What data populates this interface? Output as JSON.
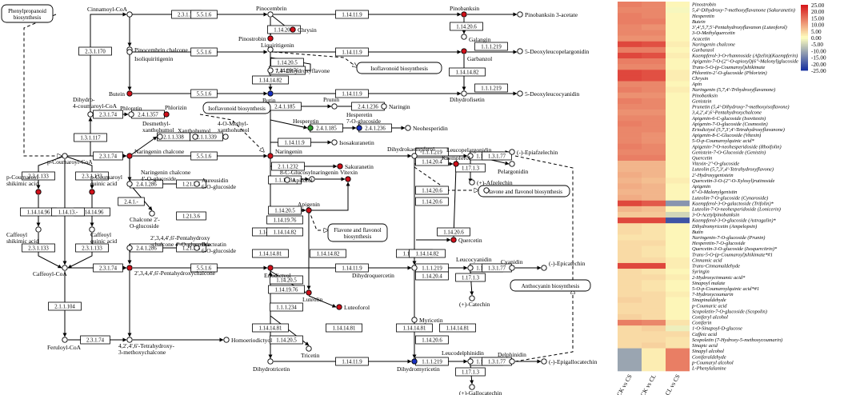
{
  "pathway": {
    "nodes": {
      "phenylpropanoid": "Phenylpropanoid\nbiosynthesis",
      "cinnamoyl_coa": "Cinnamoyl-CoA",
      "pinocembrin_chalcone": "Pinocembrin chalcone",
      "pinocembrin": "Pinocembrin",
      "pinobanksin": "Pinobanksin",
      "pinobanksin_acetate": "Pinobanksin 3-acetate",
      "pinostrobin": "Pinostrobin",
      "chrysin": "Chrysin",
      "galangin": "Galangin",
      "liquiritigenin": "Liquiritigenin",
      "isoliquiritigenin": "Isoliquiritigenin",
      "deoxyleucopelargonidin": "5-Deoxyleucopelargonidin",
      "garbanzol": "Garbanzol",
      "dihydroxyflavone": "7,4'-Dihydroxyflavone",
      "isoflavonoid_1": "Isoflavonoid biosynthesis",
      "butein": "Butein",
      "butin": "Butin",
      "dihydrofisetin": "Dihydrofisetin",
      "deoxyleucocyanidin": "5-Deoxyleucocyanidin",
      "dihydro_coumaroyl_coa": "Dihydro-\n4-coumaroyl-CoA",
      "phloretin": "Phloretin",
      "phlorizin": "Phlorizin",
      "isoflavonoid_2": "Isoflavonoid biosynthesis",
      "prunin": "Prunin",
      "naringin": "Naringin",
      "hesperetin": "Hesperetin",
      "hesperetin_glucoside": "Hesperetin\n7-O-glucoside",
      "neohesperidin": "Neohesperidin",
      "desmethylxanthohumol": "Desmethyl-\nxanthohumol",
      "xanthohumol": "Xanthohumol",
      "methylxanthohumol": "4-O-Methyl-\nxanthohumol",
      "p_coumaroyl_coa": "p-Coumaroyl-CoA",
      "naringenin_chalcone": "Naringenin chalcone",
      "naringenin": "Naringenin",
      "isosakuranetin": "Isosakuranetin",
      "sakuranetin": "Sakuranetin",
      "apiforol": "Apiforol",
      "dihydrokaempferol": "Dihydrokaempferol",
      "leucopelargonidin": "Leucopelargonidin",
      "epiafzelechin": "(-)-Epiafzelechin",
      "pelargonidin": "Pelargonidin",
      "afzelechin": "(+)-Afzelechin",
      "kaempferol": "Kaempferol",
      "flavone_biosynthesis_1": "Flavone and flavonol biosynthesis",
      "p_coumaroyl_shikimic": "p-Coumaroyl\nshikimic acid",
      "p_coumaroyl_quinic": "p-Coumaroyl\nquinic acid",
      "naringenin_chalcone_glucoside": "Naringenin chalcone\n4'-O-glucoside",
      "aureusidin_glucoside": "Aureusidin\n6-O-glucoside",
      "chalcone_glucoside": "Chalcone 2'-\nO-glucoside",
      "caffeoyl_shikimic": "Caffeoyl\nshikimic acid",
      "caffeoyl_quinic": "Caffeoyl\nquinic acid",
      "vitexin": "Vitexin",
      "glucosylnaringenin": "8-C-Glucosylnaringenin",
      "apigenin": "Apigenin",
      "flavone_biosynthesis_2": "Flavone and flavonol\nbiosynthesis",
      "pentahydroxychalcone_glucoside": "2',3,4,4',6'-Pentahydroxy\n-chalcone 4'-O-glucoside",
      "bracteatin_glucoside": "Bracteatin\n6-O-glucoside",
      "quercetin": "Quercetin",
      "caffeoyl_coa": "Caffeoyl-CoA",
      "pentahydroxychalcone": "2',3,4,4',6'-Pentahydroxychalcone",
      "eriodictyol": "Eriodictyol",
      "dihydroquercetin": "Dihydroquercetin",
      "leucocyanidin": "Leucocyanidin",
      "cyanidin": "Cyanidin",
      "epicatechin": "(-)-Epicatechin",
      "anthocyanin": "Anthocyanin biosynthesis",
      "catechin": "(+)-Catechin",
      "luteolin": "Luteolin",
      "luteoforol": "Luteoforol",
      "myricetin": "Myricetin",
      "tricetin": "Tricetin",
      "feruloyl_coa": "Feruloyl-CoA",
      "tetrahydroxy_methoxychalcone": "4,2',4',6'-Tetrahydroxy-\n3-methoxychalcone",
      "homoeriodictyol": "Homoeriodictyol",
      "dihydrotricetin": "Dihydrotricetin",
      "dihydromyricetin": "Dihydromyricetin",
      "leucodelphinidin": "Leucodelphinidin",
      "delphinidin": "Delphinidin",
      "epigallocatechin": "(-)-Epigallocatechin",
      "gallocatechin": "(+)-Gallocatechin"
    }
  },
  "heatmap": {
    "metabolites": [
      "Pinostrobin",
      "5,4'-Dihydroxy-7-methoxyflavanone (Sakuranetin)",
      "Hesperetin",
      "Butein",
      "3',4',5,7,5'-Pentahydroxyflavanon (Luteoforol)",
      "3-O-Methylquercetin",
      "Acacetin",
      "Naringenin chalcone",
      "Garbanzol",
      "Kaempferol-3-O-rhamnoside (Afzelin)(Kaempferin)",
      "Apigenin-7-O-(2''-O-apiosyl)(6''-Malonyl)glucoside",
      "Trans-5-O-(p-Coumaroyl)shikimate",
      "Phloretin-2'-O-glucoside (Phlorizin)",
      "Chrysin",
      "Apin",
      "Naringenin (5,7,4'-Trihydroxyflavanone)",
      "Pinobanksin",
      "Genistein",
      "Prunetin (5,4'-Dihydroxy-7-methoxyisoflavone)",
      "3,4,2',4',6'-Pentahydroxychalcone",
      "Apigenin-6-C-glucoside (Isovitexin)",
      "Apigenin-7-O-glucoside (Cosmosiin)",
      "Eriodictyol (5,7,3',4'-Tetrahydroxyflavanone)",
      "Apigenin-8-C-Glucoside (Vitexin)",
      "5-O-p-Coumaroylquinic acid*",
      "Apigenin-7-O-neohesperidoside (Rhoifolin)",
      "Genistein-7-O-Glucoside (Genistin)",
      "Quercetin",
      "Vitexin-2''-O-glucoside",
      "Luteolin (5,7,3',4'-Tetrahydroxyflavone)",
      "2'-Hydroxygenistein",
      "Quercetin-3-O-(2''-O-Xylosyl)rutinoside",
      "Apigenin",
      "6''-O-Malonylgenistin",
      "Luteolin-7-O-glucoside (Cynaroside)",
      "Kaempferol-3-O-galactoside (Trifolin)*",
      "Luteolin-7-O-neohesperidoside (Lonicerin)",
      "3-O-Acetylpinobanksin",
      "Kaempferol-3-O-glucoside (Astragalin)*",
      "Dihydromyricetin (Ampelopsin)",
      "Butin",
      "Naringenin-7-O-glucoside (Prunin)",
      "Hesperetin-7-O-glucoside",
      "Quercetin-3-O-glucoside (Isoquercitrin)*",
      "Trans-5-O-(p-Coumaroyl)shikimate*#1",
      "Cinnamic acid",
      "Trans-Cinnamaldehyde",
      "Syringin",
      "2-Hydroxycinnamic acid*",
      "Sinapoyl malate",
      "5-O-p-Coumaroylquinic acid*#1",
      "7-Hydroxycoumarin",
      "Sinapinaldehyde",
      "p-Coumaric acid",
      "Scopoletin-7-O-glucoside (Scopolin)",
      "Coniferyl alcohol",
      "Coniferin",
      "1-O-Sinapoyl-D-glucose",
      "Caffeic acid",
      "Scopoletin (7-Hydroxy-5-methoxycoumarin)",
      "Sinapic acid",
      "Sinapyl alcohol",
      "Coniferaldehyde",
      "p-Coumaryl alcohol",
      "L-Phenylalanine"
    ],
    "columns": [
      "CK vs CS",
      "CK vs CL",
      "CL vs CS"
    ],
    "values": [
      [
        14,
        13,
        1
      ],
      [
        13,
        13,
        -1
      ],
      [
        14,
        13,
        1
      ],
      [
        14,
        14,
        1
      ],
      [
        13,
        12,
        1
      ],
      [
        13,
        13,
        1
      ],
      [
        12,
        12,
        1
      ],
      [
        20,
        19,
        2
      ],
      [
        14,
        14,
        1
      ],
      [
        20,
        19,
        2
      ],
      [
        14,
        14,
        1
      ],
      [
        13,
        13,
        1
      ],
      [
        20,
        19,
        2
      ],
      [
        20,
        19,
        2
      ],
      [
        13,
        13,
        1
      ],
      [
        14,
        13,
        2
      ],
      [
        12,
        12,
        1
      ],
      [
        14,
        13,
        1
      ],
      [
        13,
        13,
        1
      ],
      [
        12,
        12,
        1
      ],
      [
        13,
        13,
        1
      ],
      [
        14,
        13,
        1
      ],
      [
        13,
        13,
        1
      ],
      [
        13,
        12,
        1
      ],
      [
        13,
        12,
        1
      ],
      [
        14,
        13,
        1
      ],
      [
        13,
        13,
        1
      ],
      [
        14,
        14,
        1
      ],
      [
        8,
        8,
        1
      ],
      [
        8,
        8,
        1
      ],
      [
        9,
        8,
        1
      ],
      [
        8,
        7,
        2
      ],
      [
        9,
        8,
        1
      ],
      [
        8,
        8,
        1
      ],
      [
        9,
        8,
        1
      ],
      [
        20,
        18,
        -13
      ],
      [
        8,
        7,
        1
      ],
      [
        6,
        6,
        -5
      ],
      [
        20,
        20,
        -21
      ],
      [
        4,
        3,
        1
      ],
      [
        4,
        3,
        1
      ],
      [
        3,
        3,
        1
      ],
      [
        4,
        4,
        1
      ],
      [
        4,
        3,
        1
      ],
      [
        4,
        3,
        1
      ],
      [
        4,
        4,
        2
      ],
      [
        20,
        20,
        2
      ],
      [
        4,
        3,
        1
      ],
      [
        4,
        4,
        2
      ],
      [
        4,
        3,
        1
      ],
      [
        4,
        3,
        1
      ],
      [
        4,
        4,
        2
      ],
      [
        5,
        4,
        1
      ],
      [
        4,
        4,
        1
      ],
      [
        4,
        4,
        1
      ],
      [
        5,
        4,
        1
      ],
      [
        14,
        13,
        3
      ],
      [
        4,
        5,
        -2
      ],
      [
        4,
        4,
        4
      ],
      [
        4,
        4,
        3
      ],
      [
        4,
        5,
        3
      ],
      [
        -11,
        2,
        14
      ],
      [
        -11,
        2,
        14
      ],
      [
        -11,
        2,
        14
      ],
      [
        -11,
        2,
        14
      ]
    ],
    "legend": {
      "ticks": [
        "25.00",
        "20.00",
        "15.00",
        "10.00",
        "5.00",
        "0.00",
        "-5.00",
        "-10.00",
        "-15.00",
        "-20.00",
        "-25.00"
      ],
      "colors": {
        "high": "#d7191c",
        "mid": "#ffffbf",
        "low": "#1a33a0"
      }
    }
  }
}
